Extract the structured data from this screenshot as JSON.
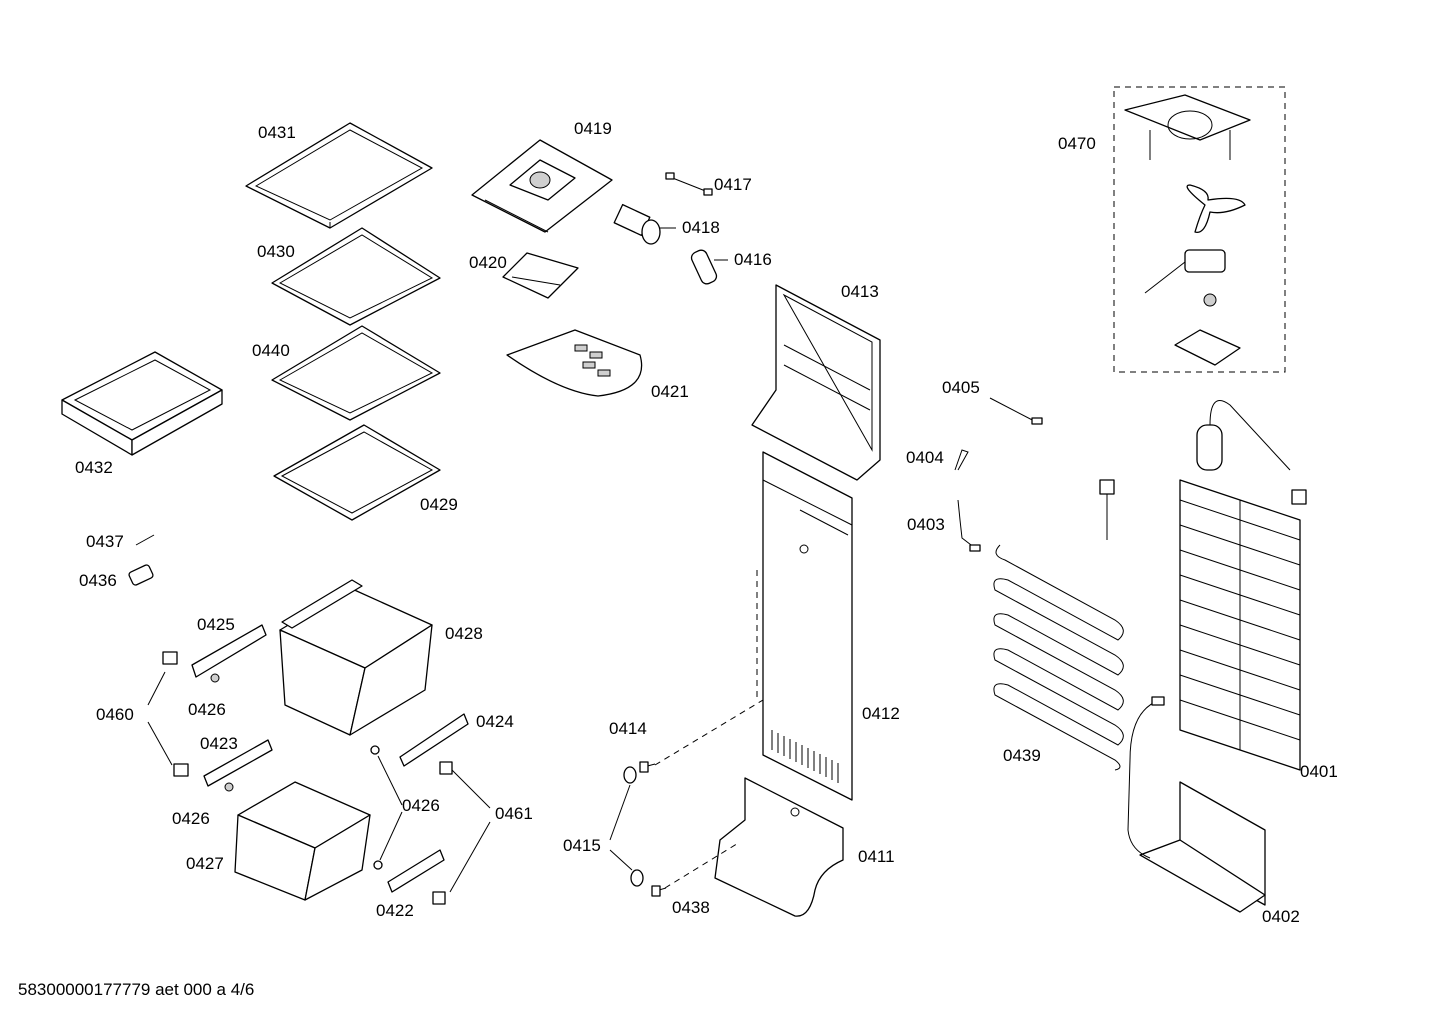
{
  "footer": "58300000177779 aet 000 a 4/6",
  "labels": {
    "p0431": "0431",
    "p0419": "0419",
    "p0417": "0417",
    "p0418": "0418",
    "p0416": "0416",
    "p0420": "0420",
    "p0430": "0430",
    "p0440": "0440",
    "p0421": "0421",
    "p0413": "0413",
    "p0470": "0470",
    "p0405": "0405",
    "p0404": "0404",
    "p0403": "0403",
    "p0432": "0432",
    "p0429": "0429",
    "p0437": "0437",
    "p0436": "0436",
    "p0425": "0425",
    "p0428": "0428",
    "p0460": "0460",
    "p0426a": "0426",
    "p0423": "0423",
    "p0424": "0424",
    "p0426b": "0426",
    "p0426c": "0426",
    "p0461": "0461",
    "p0427": "0427",
    "p0422": "0422",
    "p0414": "0414",
    "p0412": "0412",
    "p0439": "0439",
    "p0401": "0401",
    "p0415": "0415",
    "p0411": "0411",
    "p0438": "0438",
    "p0402": "0402"
  }
}
